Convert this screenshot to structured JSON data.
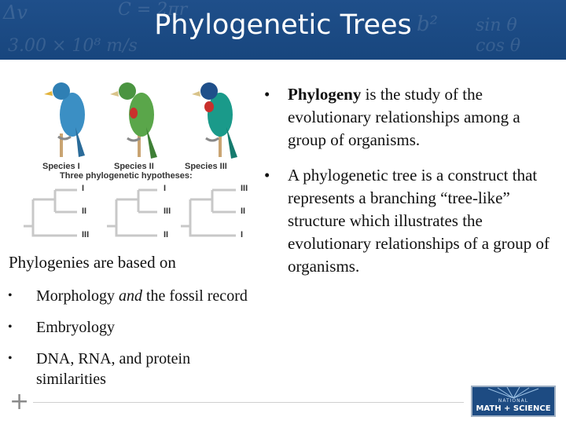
{
  "header": {
    "title": "Phylogenetic Trees",
    "bg_color": "#1f4f8a",
    "background_formulas": [
      "Δv",
      "C = 2πr",
      "3.00 × 10⁸ m/s",
      "b²",
      "sin θ",
      "cos θ"
    ]
  },
  "figure": {
    "species": [
      "Species I",
      "Species II",
      "Species III"
    ],
    "caption": "Three phylogenetic hypotheses:",
    "trees": [
      [
        "I",
        "II",
        "III"
      ],
      [
        "I",
        "III",
        "II"
      ],
      [
        "III",
        "II",
        "I"
      ]
    ],
    "bird_colors": [
      "#3b8fc4",
      "#5aa64a",
      "#1a9a8a"
    ]
  },
  "right_bullets": [
    {
      "bold": "Phylogeny",
      "text": " is the study of  the evolutionary relationships among a group of organisms."
    },
    {
      "bold": "",
      "text": "A phylogenetic tree is a construct that represents a branching “tree-like” structure which illustrates the evolutionary relationships of a group of organisms."
    }
  ],
  "bullet_char": "•",
  "left": {
    "intro": "Phylogenies are based on",
    "items": [
      {
        "pre": "Morphology ",
        "em": "and",
        "post": " the fossil record"
      },
      {
        "pre": "Embryology",
        "em": "",
        "post": ""
      },
      {
        "pre": "DNA, RNA, and protein similarities",
        "em": "",
        "post": ""
      }
    ]
  },
  "footer": {
    "plus": "+",
    "logo_small": "NATIONAL",
    "logo_big": "MATH + SCIENCE",
    "logo_color": "#1d4b82"
  }
}
